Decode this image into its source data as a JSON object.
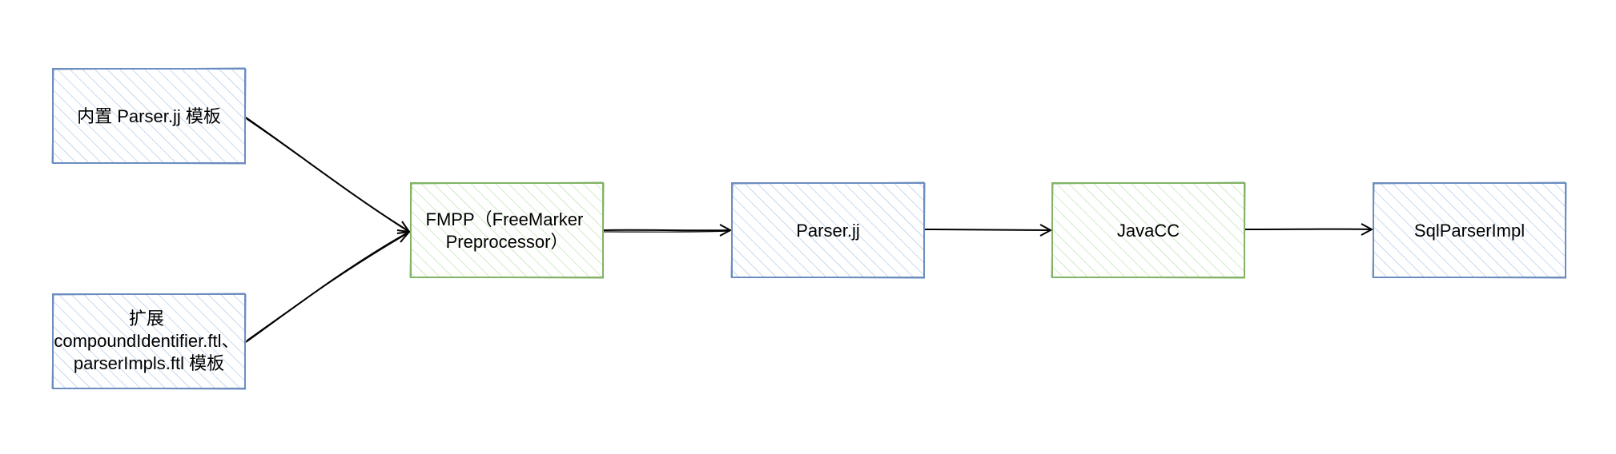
{
  "colors": {
    "blue_stroke": "#6c8ebf",
    "blue_hatch": "#a9c4eb",
    "green_stroke": "#82b366",
    "green_hatch": "#b9e0a5",
    "edge": "#000000",
    "background": "#ffffff"
  },
  "nodes": {
    "builtin_template": {
      "lines": [
        "内置 Parser.jj 模板"
      ]
    },
    "extension_templates": {
      "lines": [
        "扩展",
        "compoundIdentifier.ftl、",
        "parserImpls.ftl 模板"
      ]
    },
    "fmpp": {
      "lines": [
        "FMPP（FreeMarker",
        "Preprocessor）"
      ]
    },
    "parser_jj": {
      "lines": [
        "Parser.jj"
      ]
    },
    "javacc": {
      "lines": [
        "JavaCC"
      ]
    },
    "sql_parser_impl": {
      "lines": [
        "SqlParserImpl"
      ]
    }
  }
}
